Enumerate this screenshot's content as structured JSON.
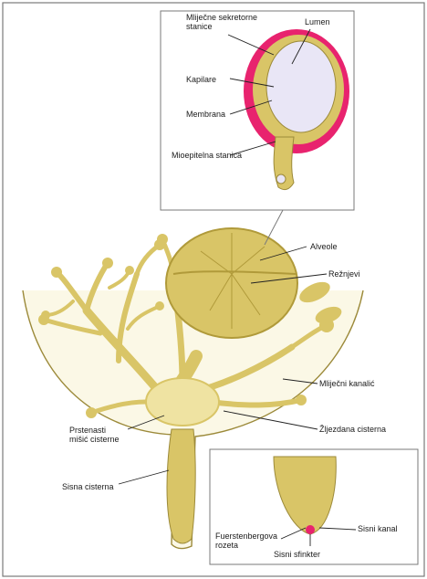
{
  "colors": {
    "tissue": "#d9c567",
    "tissue_light": "#efe3a2",
    "tissue_dark": "#b09a3a",
    "gland_fill": "#fbf8e6",
    "outline": "#9c8a3a",
    "secretory": "#e8236e",
    "lumen": "#e9e6f6",
    "frame": "#7a7a7a",
    "leader": "#222222"
  },
  "labels": {
    "secretory_cells": [
      "Mliječne sekretorne",
      "stanice"
    ],
    "lumen": "Lumen",
    "capillaries": "Kapilare",
    "membrane": "Membrana",
    "myoepithelial": "Mioepitelna stanica",
    "alveoli": "Alveole",
    "lobes": "Režnjevi",
    "milk_duct": "Mliječni kanalić",
    "gland_cistern": "Žljezdana cisterna",
    "annular_muscle": [
      "Prstenasti",
      "mišić cisterne"
    ],
    "teat_cistern": "Sisna cisterna",
    "furstenberg_rosette": [
      "Fuerstenbergova",
      "rozeta"
    ],
    "teat_sphincter": "Sisni sfinkter",
    "teat_canal": "Sisni kanal"
  }
}
